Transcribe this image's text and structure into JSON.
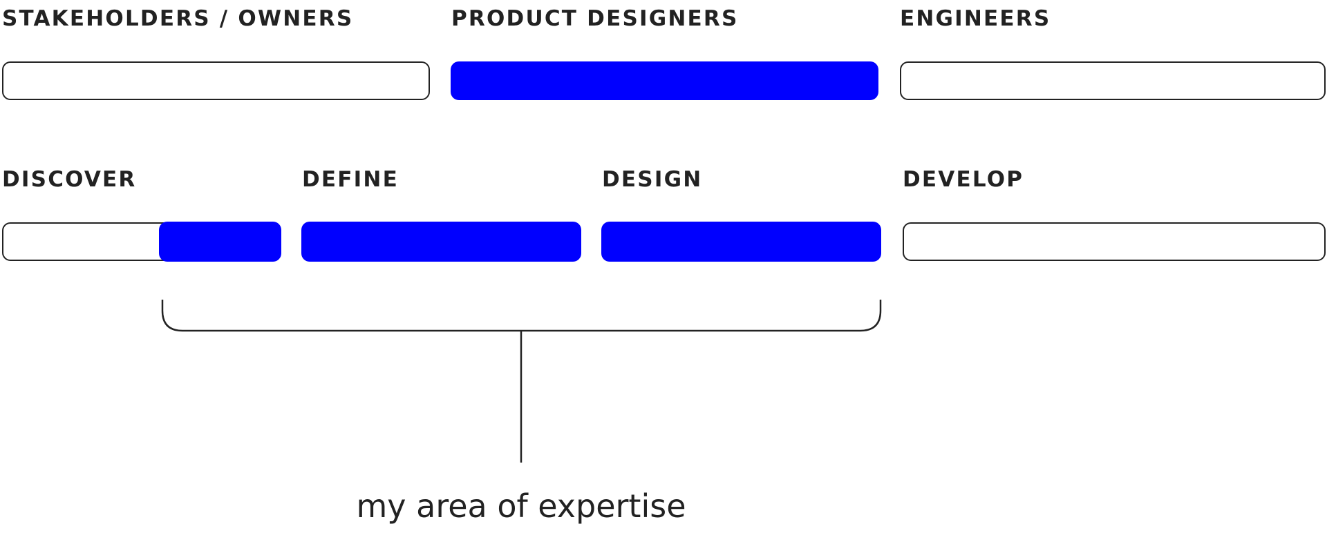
{
  "colors": {
    "accent": "#0000ff",
    "ink": "#222222",
    "background": "#ffffff"
  },
  "roles": {
    "stakeholders": {
      "label": "STAKEHOLDERS / OWNERS",
      "highlighted": false
    },
    "product_designers": {
      "label": "PRODUCT DESIGNERS",
      "highlighted": true
    },
    "engineers": {
      "label": "ENGINEERS",
      "highlighted": false
    }
  },
  "phases": {
    "discover": {
      "label": "DISCOVER",
      "highlight_fraction": 0.44
    },
    "define": {
      "label": "DEFINE",
      "highlight_fraction": 1.0
    },
    "design": {
      "label": "DESIGN",
      "highlight_fraction": 1.0
    },
    "develop": {
      "label": "DEVELOP",
      "highlight_fraction": 0.0
    }
  },
  "annotation": {
    "text": "my area of expertise"
  }
}
